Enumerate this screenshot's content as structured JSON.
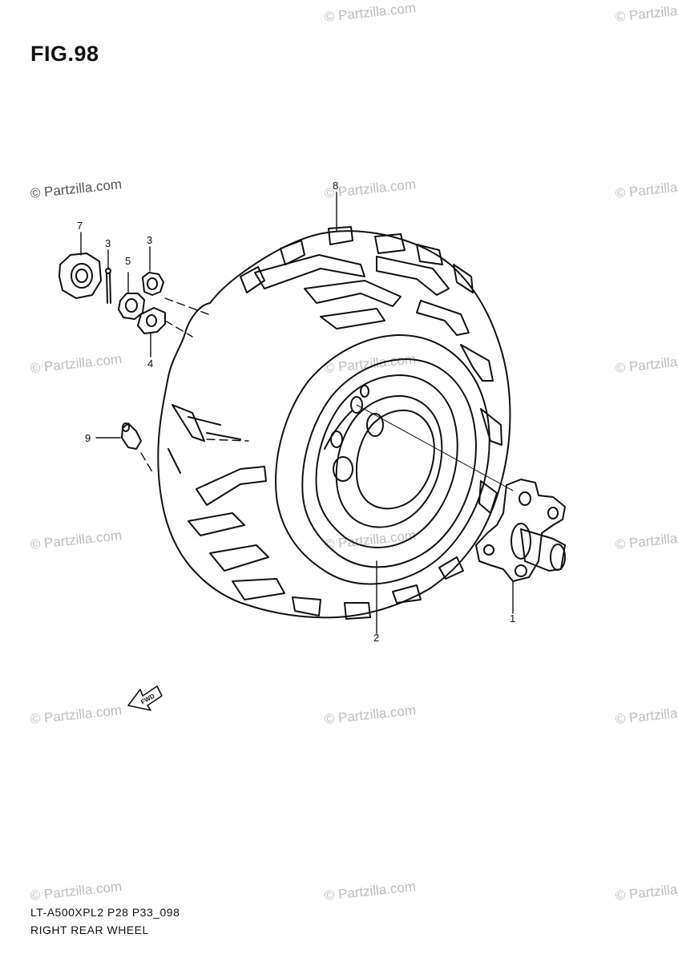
{
  "figure": {
    "title": "FIG.98",
    "code": "LT-A500XPL2 P28 P33_098",
    "name": "RIGHT REAR WHEEL"
  },
  "watermark": "© Partzilla.com",
  "fwd_label": "FWD",
  "callouts": [
    "8",
    "7",
    "3",
    "3",
    "5",
    "4",
    "9",
    "2",
    "1"
  ],
  "colors": {
    "line": "#111111",
    "watermark": "#bdbdbd"
  }
}
